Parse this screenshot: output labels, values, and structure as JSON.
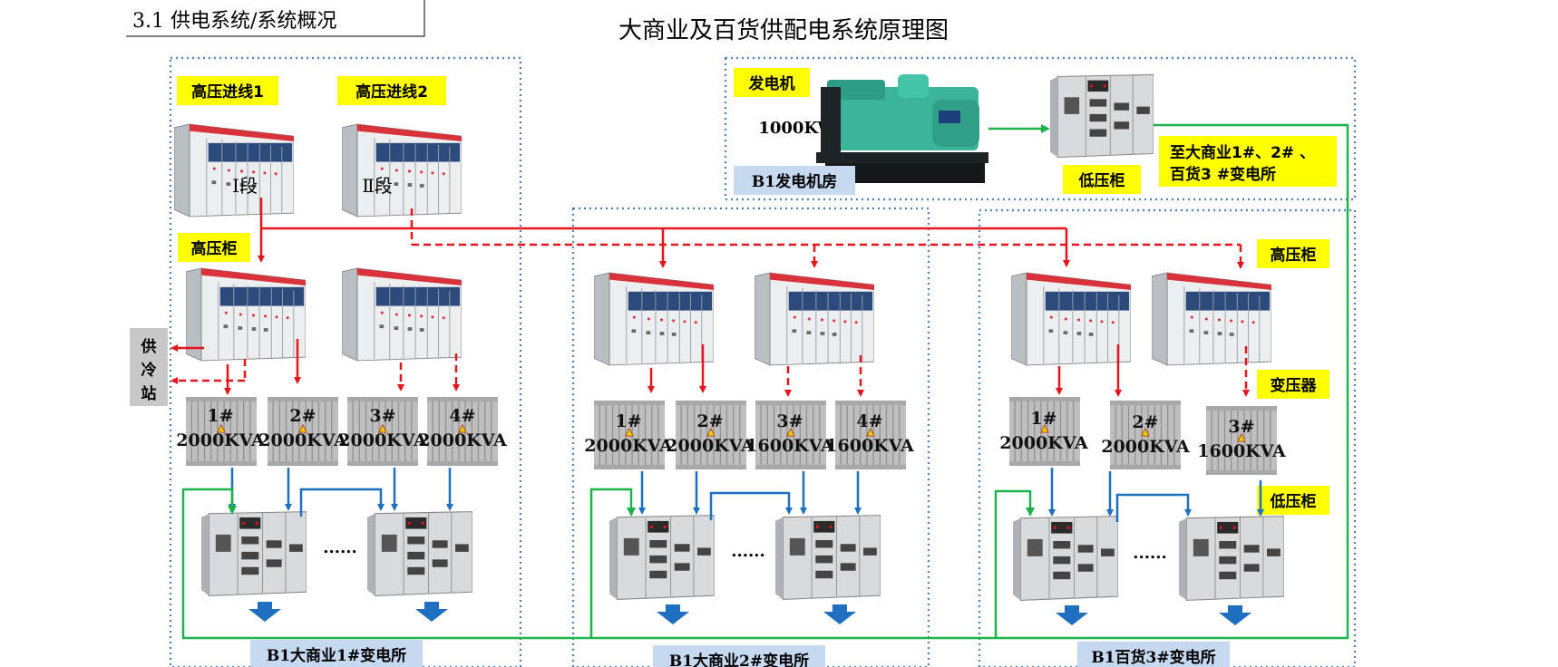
{
  "header": {
    "section": "3.1 供电系统/系统概况",
    "title": "大商业及百货供配电系统原理图"
  },
  "labels": {
    "hv_in1": "高压进线1",
    "hv_in2": "高压进线2",
    "seg1": "Ⅰ段",
    "seg2": "Ⅱ段",
    "hv_cab": "高压柜",
    "cooling": [
      "供",
      "冷",
      "站"
    ],
    "generator": "发电机",
    "gen_power": "1000KW",
    "gen_room": "B1发电机房",
    "lv_cab": "低压柜",
    "to_subs": [
      "至大商业1#、2# 、",
      "百货3 #变电所"
    ],
    "transformer": "变压器",
    "ellipsis": "......",
    "sub1": "B1大商业1#变电所",
    "sub2": "B1大商业2#变电所",
    "sub3": "B1百货3#变电所"
  },
  "transformers": {
    "sub1": [
      {
        "num": "1#",
        "cap": "2000KVA"
      },
      {
        "num": "2#",
        "cap": "2000KVA"
      },
      {
        "num": "3#",
        "cap": "2000KVA"
      },
      {
        "num": "4#",
        "cap": "2000KVA"
      }
    ],
    "sub2": [
      {
        "num": "1#",
        "cap": "2000KVA"
      },
      {
        "num": "2#",
        "cap": "2000KVA"
      },
      {
        "num": "3#",
        "cap": "1600KVA"
      },
      {
        "num": "4#",
        "cap": "1600KVA"
      }
    ],
    "sub3": [
      {
        "num": "1#",
        "cap": "2000KVA"
      },
      {
        "num": "2#",
        "cap": "2000KVA"
      },
      {
        "num": "3#",
        "cap": "1600KVA"
      }
    ]
  },
  "colors": {
    "highlight": "#ffff00",
    "label_blue": "#c5d9f1",
    "gray_box": "#c8c8c8",
    "border_dots": "#4f81bd",
    "line_red": "#e8141b",
    "line_blue": "#1f6fc1",
    "line_green": "#1db34c"
  }
}
